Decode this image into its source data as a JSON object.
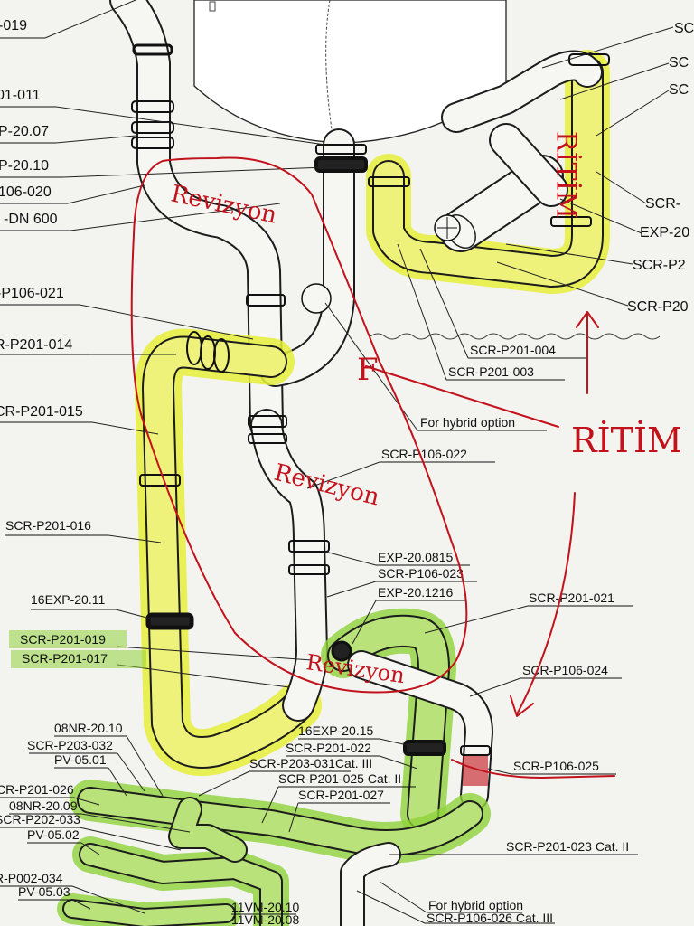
{
  "labels_left": [
    {
      "id": "l-019",
      "text": "-019"
    },
    {
      "id": "l-011",
      "text": "01-011"
    },
    {
      "id": "l-2007",
      "text": "P-20.07"
    },
    {
      "id": "l-2010",
      "text": "P-20.10"
    },
    {
      "id": "l-020",
      "text": "106-020"
    },
    {
      "id": "l-dn600",
      "text": "-DN 600"
    },
    {
      "id": "l-p106-021",
      "text": "-P106-021"
    },
    {
      "id": "l-p201-014",
      "text": "R-P201-014"
    },
    {
      "id": "l-p201-015",
      "text": "CR-P201-015"
    },
    {
      "id": "l-p201-016",
      "text": "SCR-P201-016"
    },
    {
      "id": "l-exp2011",
      "text": "16EXP-20.11"
    },
    {
      "id": "l-p201-019",
      "text": "SCR-P201-019"
    },
    {
      "id": "l-p201-017",
      "text": "SCR-P201-017"
    },
    {
      "id": "l-nr2010",
      "text": "08NR-20.10"
    },
    {
      "id": "l-p203-032",
      "text": "SCR-P203-032"
    },
    {
      "id": "l-pv0501",
      "text": "PV-05.01"
    },
    {
      "id": "l-p201-026",
      "text": "CR-P201-026"
    },
    {
      "id": "l-nr2009",
      "text": "08NR-20.09"
    },
    {
      "id": "l-p202-033",
      "text": "SCR-P202-033"
    },
    {
      "id": "l-pv0502",
      "text": "PV-05.02"
    },
    {
      "id": "l-p002-034",
      "text": "R-P002-034"
    },
    {
      "id": "l-pv0503",
      "text": "PV-05.03"
    }
  ],
  "labels_right": [
    {
      "id": "r-sc1",
      "text": "SC"
    },
    {
      "id": "r-sc2",
      "text": "SC"
    },
    {
      "id": "r-sc3",
      "text": "SC"
    },
    {
      "id": "r-scr1",
      "text": "SCR-"
    },
    {
      "id": "r-exp20",
      "text": "EXP-20"
    },
    {
      "id": "r-scrp2",
      "text": "SCR-P2"
    },
    {
      "id": "r-scrp20",
      "text": "SCR-P20"
    }
  ],
  "labels_center": [
    {
      "id": "c-p201-004",
      "text": "SCR-P201-004"
    },
    {
      "id": "c-p201-003",
      "text": "SCR-P201-003"
    },
    {
      "id": "c-hybrid1",
      "text": "For hybrid option"
    },
    {
      "id": "c-p106-022",
      "text": "SCR-P106-022"
    },
    {
      "id": "c-exp20815",
      "text": "EXP-20.0815"
    },
    {
      "id": "c-p106-023",
      "text": "SCR-P106-023"
    },
    {
      "id": "c-exp21216",
      "text": "EXP-20.1216"
    },
    {
      "id": "c-p201-021",
      "text": "SCR-P201-021"
    },
    {
      "id": "c-p106-024",
      "text": "SCR-P106-024"
    },
    {
      "id": "c-exp2015",
      "text": "16EXP-20.15"
    },
    {
      "id": "c-p201-022",
      "text": "SCR-P201-022"
    },
    {
      "id": "c-p203-031",
      "text": "SCR-P203-031Cat. III"
    },
    {
      "id": "c-p201-025",
      "text": "SCR-P201-025 Cat. II"
    },
    {
      "id": "c-p201-027",
      "text": "SCR-P201-027"
    },
    {
      "id": "c-p106-025",
      "text": "SCR-P106-025"
    },
    {
      "id": "c-p201-023",
      "text": "SCR-P201-023 Cat. II"
    },
    {
      "id": "c-vm2010",
      "text": "11VM-20.10"
    },
    {
      "id": "c-vm2008",
      "text": "11VM-20.08"
    },
    {
      "id": "c-hybrid2",
      "text": "For hybrid option"
    },
    {
      "id": "c-p106-026",
      "text": "SCR-P106-026 Cat. III"
    }
  ],
  "handwriting": {
    "revision_1": "Revizyon",
    "revision_2": "Revizyon",
    "revision_3": "Revizyon",
    "ritim_main": "RİTİM",
    "ritim_vertical": "RİTİM",
    "symbol_f": "F"
  },
  "colors": {
    "pipe_outline": "#1c1c1c",
    "pipe_plain": "#f6f6f3",
    "highlight_yellow": "#e6ee3a",
    "highlight_green": "#8fd23a",
    "handwriting_red": "#c2121b"
  }
}
